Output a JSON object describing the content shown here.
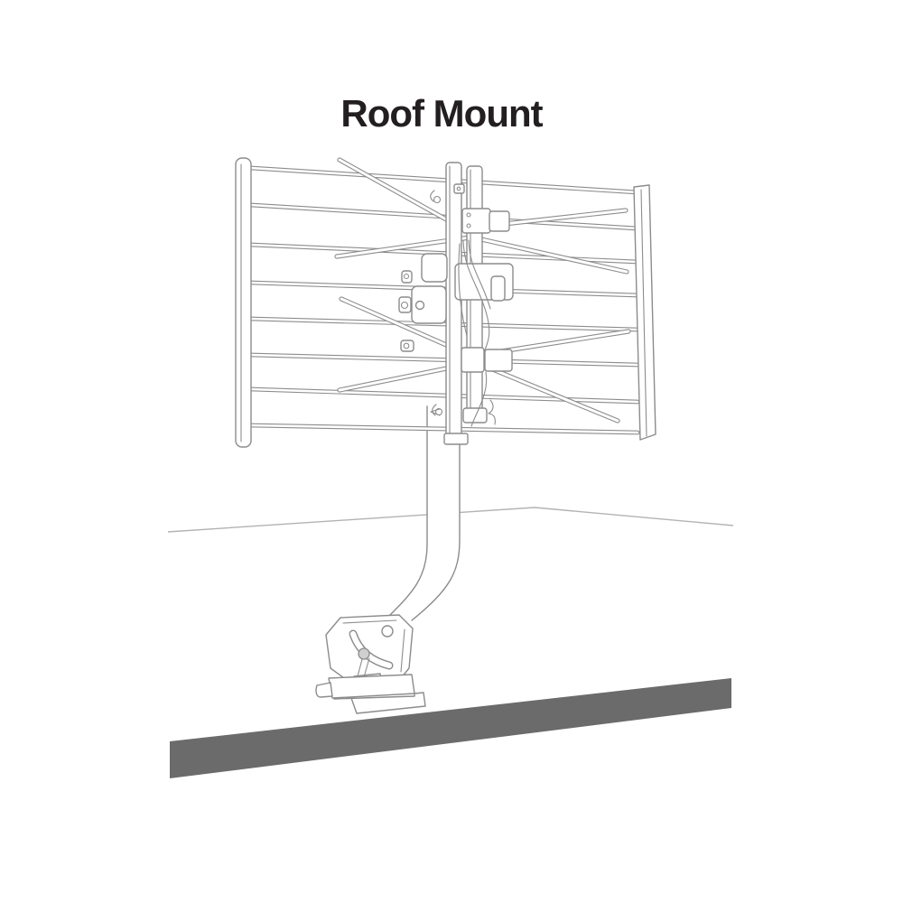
{
  "title": "Roof Mount",
  "figure": {
    "type": "technical-line-illustration",
    "subject": "Outdoor TV antenna installed on a roof with an adjustable roof-mount bracket"
  },
  "colors": {
    "background": "#ffffff",
    "ink": "#231f20",
    "line": "#8c8c8c",
    "line_soft": "#b3b3b3",
    "roof_band": "#6b6b6b"
  }
}
